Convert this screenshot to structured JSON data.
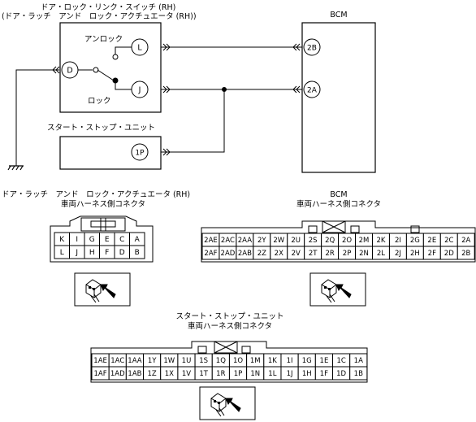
{
  "wiring": {
    "switch_title": "ドア・ロック・リンク・スイッチ (RH)",
    "switch_subtitle": "(ドア・ラッチ　アンド　ロック・アクチュエータ (RH))",
    "bcm_label": "BCM",
    "unlock_label": "アンロック",
    "lock_label": "ロック",
    "start_stop_label": "スタート・ストップ・ユニット",
    "terminals": {
      "D": "D",
      "L": "L",
      "J": "J",
      "bcm_2B": "2B",
      "bcm_2A": "2A",
      "ssu_1P": "1P"
    }
  },
  "connectors": {
    "actuator": {
      "title": "ドア・ラッチ　アンド　ロック・アクチュエータ (RH)",
      "subtitle": "車両ハーネス側コネクタ",
      "rows": [
        [
          "K",
          "I",
          "G",
          "E",
          "C",
          "A"
        ],
        [
          "L",
          "J",
          "H",
          "F",
          "D",
          "B"
        ]
      ]
    },
    "bcm": {
      "title": "BCM",
      "subtitle": "車両ハーネス側コネクタ",
      "rows": [
        [
          "2AE",
          "2AC",
          "2AA",
          "2Y",
          "2W",
          "2U",
          "2S",
          "2Q",
          "2O",
          "2M",
          "2K",
          "2I",
          "2G",
          "2E",
          "2C",
          "2A"
        ],
        [
          "2AF",
          "2AD",
          "2AB",
          "2Z",
          "2X",
          "2V",
          "2T",
          "2R",
          "2P",
          "2N",
          "2L",
          "2J",
          "2H",
          "2F",
          "2D",
          "2B"
        ]
      ]
    },
    "ssu": {
      "title": "スタート・ストップ・ユニット",
      "subtitle": "車両ハーネス側コネクタ",
      "rows": [
        [
          "1AE",
          "1AC",
          "1AA",
          "1Y",
          "1W",
          "1U",
          "1S",
          "1Q",
          "1O",
          "1M",
          "1K",
          "1I",
          "1G",
          "1E",
          "1C",
          "1A"
        ],
        [
          "1AF",
          "1AD",
          "1AB",
          "1Z",
          "1X",
          "1V",
          "1T",
          "1R",
          "1P",
          "1N",
          "1L",
          "1J",
          "1H",
          "1F",
          "1D",
          "1B"
        ]
      ]
    }
  },
  "icons": [
    "connector-view-icon",
    "connector-view-icon",
    "connector-view-icon"
  ]
}
